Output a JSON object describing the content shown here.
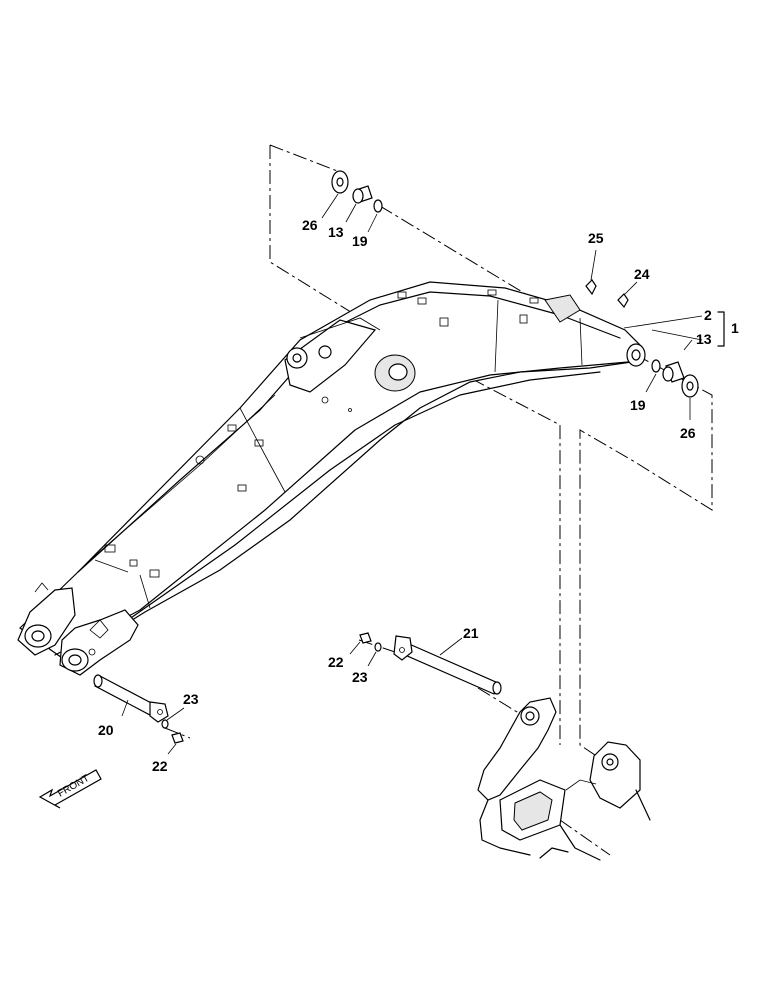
{
  "callouts": {
    "c26_top": "26",
    "c13_top": "13",
    "c19_top": "19",
    "c25": "25",
    "c24": "24",
    "c2": "2",
    "c13_right": "13",
    "c1": "1",
    "c19_right": "19",
    "c26_right": "26",
    "c21": "21",
    "c22_mid": "22",
    "c23_mid": "23",
    "c23_low": "23",
    "c20": "20",
    "c22_low": "22"
  },
  "front_arrow": {
    "label": "FRONT"
  }
}
